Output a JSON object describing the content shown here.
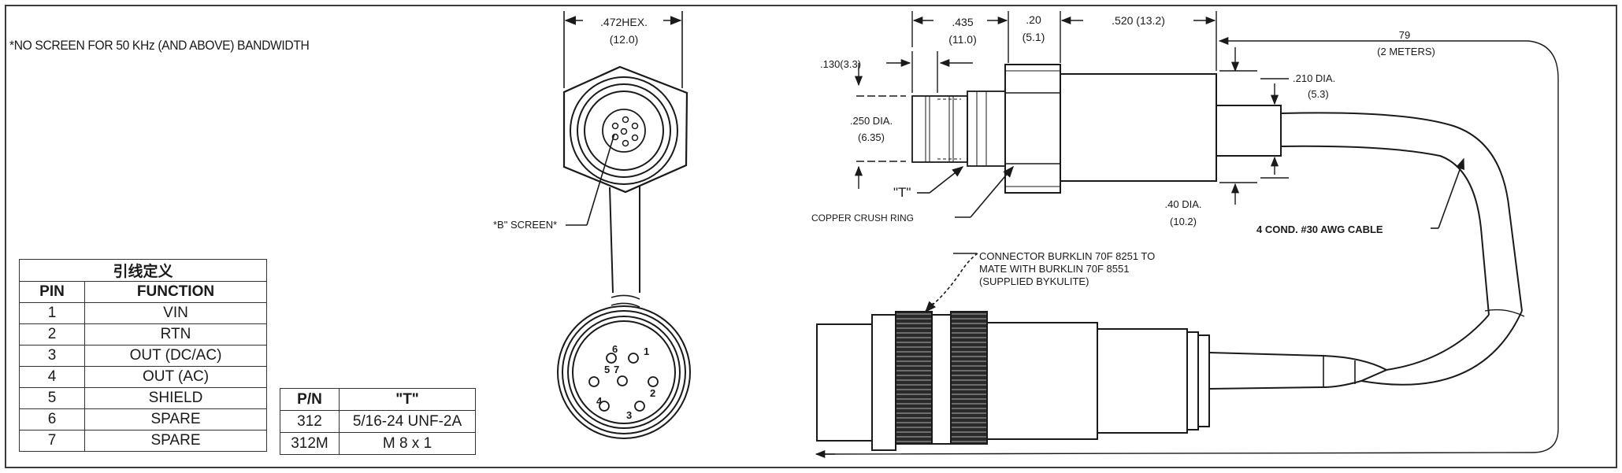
{
  "note": "*NO SCREEN FOR 50 KHz (AND ABOVE) BANDWIDTH",
  "pin_table": {
    "caption": "引线定义",
    "headers": [
      "PIN",
      "FUNCTION"
    ],
    "rows": [
      [
        "1",
        "VIN"
      ],
      [
        "2",
        "RTN"
      ],
      [
        "3",
        "OUT (DC/AC)"
      ],
      [
        "4",
        "OUT (AC)"
      ],
      [
        "5",
        "SHIELD"
      ],
      [
        "6",
        "SPARE"
      ],
      [
        "7",
        "SPARE"
      ]
    ]
  },
  "pn_table": {
    "headers": [
      "P/N",
      "\"T\""
    ],
    "rows": [
      [
        "312",
        "5/16-24 UNF-2A"
      ],
      [
        "312M",
        "M 8 x 1"
      ]
    ]
  },
  "connector_views": {
    "hex_dim": ".472HEX.",
    "hex_dim_metric": "(12.0)",
    "screen_label": "*B\" SCREEN*",
    "pin_numbers": [
      "1",
      "2",
      "3",
      "4",
      "5",
      "6",
      "7"
    ]
  },
  "sensor_dims": {
    "d_130": ".130(3.3)",
    "d_435": ".435",
    "d_435_metric": "(11.0)",
    "d_20": ".20",
    "d_20_metric": "(5.1)",
    "d_520": ".520 (13.2)",
    "d_250": ".250 DIA.",
    "d_250_metric": "(6.35)",
    "d_210": ".210 DIA.",
    "d_210_metric": "(5.3)",
    "d_40": ".40 DIA.",
    "d_40_metric": "(10.2)",
    "cable_len": "79",
    "cable_len_metric": "(2 METERS)",
    "t_label": "\"T\"",
    "crush_ring": "COPPER CRUSH RING",
    "cable_label": "4 COND. #30 AWG CABLE",
    "connector_note_1": "CONNECTOR BURKLIN 70F 8251 TO",
    "connector_note_2": "MATE WITH BURKLIN 70F 8551",
    "connector_note_3": "(SUPPLIED BYKULITE)"
  }
}
